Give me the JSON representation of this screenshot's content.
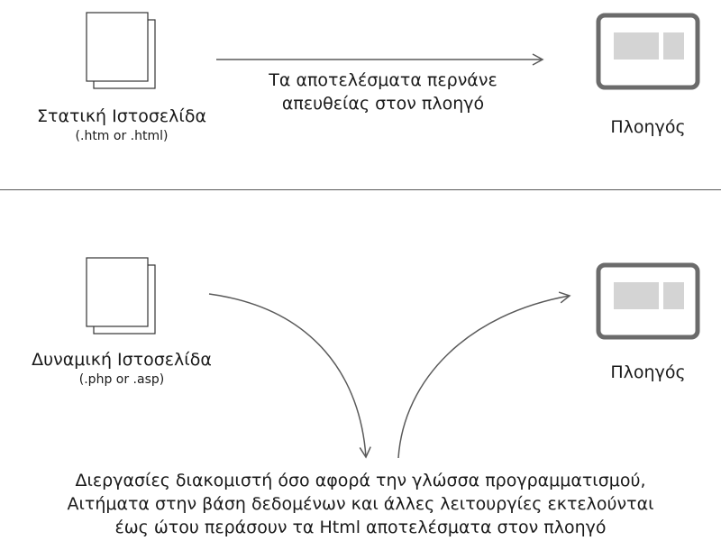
{
  "static_section": {
    "file_label": "Στατική Ιστοσελίδα",
    "file_ext": "(.htm or .html)",
    "arrow_text_line1": "Τα αποτελέσματα περνάνε",
    "arrow_text_line2": "απευθείας στον πλοηγό",
    "browser_label": "Πλοηγός"
  },
  "dynamic_section": {
    "file_label": "Δυναμική Ιστοσελίδα",
    "file_ext": "(.php or .asp)",
    "browser_label": "Πλοηγός",
    "server_text_line1": "Διεργασίες διακομιστή όσο αφορά την γλώσσα προγραμματισμού,",
    "server_text_line2": "Αιτήματα στην βάση δεδομένων και άλλες λειτουργίες εκτελούνται",
    "server_text_line3": "έως ώτου περάσουν τα Html αποτελέσματα στον πλοηγό"
  },
  "icons": {
    "document": "document-icon",
    "browser": "browser-window-icon"
  },
  "colors": {
    "line": "#5a5a5a",
    "browser_frame": "#6b6b6b",
    "browser_block": "#d4d4d4",
    "text": "#1a1a1a"
  }
}
